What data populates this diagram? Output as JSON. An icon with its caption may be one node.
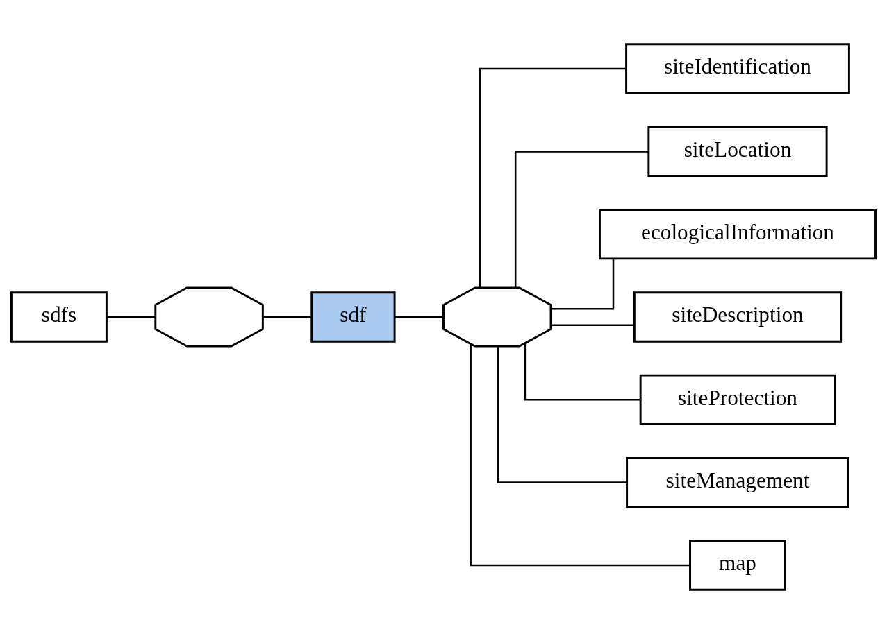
{
  "diagram": {
    "nodes": [
      {
        "text": [
          "sdfs"
        ]
      },
      {
        "text": [],
        "shape": "octagon"
      },
      {
        "text": [
          "sdf"
        ]
      },
      {
        "text": [],
        "shape": "octagon"
      },
      {
        "text": [
          "siteIdentification"
        ]
      },
      {
        "text": [
          "siteLocation"
        ]
      },
      {
        "text": [
          "ecologicalInformation"
        ]
      },
      {
        "text": [
          "siteDescription"
        ]
      },
      {
        "text": [
          "siteProtection"
        ]
      },
      {
        "text": [
          "siteManagement"
        ]
      },
      {
        "text": [
          "map"
        ]
      }
    ],
    "edges": [
      {
        "from": 0,
        "to": 1,
        "arrow": "none"
      },
      {
        "from": 1,
        "to": 2,
        "arrow": "none"
      },
      {
        "from": 2,
        "to": 3,
        "arrow": "none"
      },
      {
        "from": 3,
        "to": 4,
        "arrow": "none"
      },
      {
        "from": 3,
        "to": 5,
        "arrow": "none"
      },
      {
        "from": 3,
        "to": 6,
        "arrow": "none"
      },
      {
        "from": 3,
        "to": 7,
        "arrow": "none"
      },
      {
        "from": 3,
        "to": 8,
        "arrow": "none"
      },
      {
        "from": 3,
        "to": 9,
        "arrow": "none"
      },
      {
        "from": 3,
        "to": 10,
        "arrow": "none"
      }
    ]
  }
}
